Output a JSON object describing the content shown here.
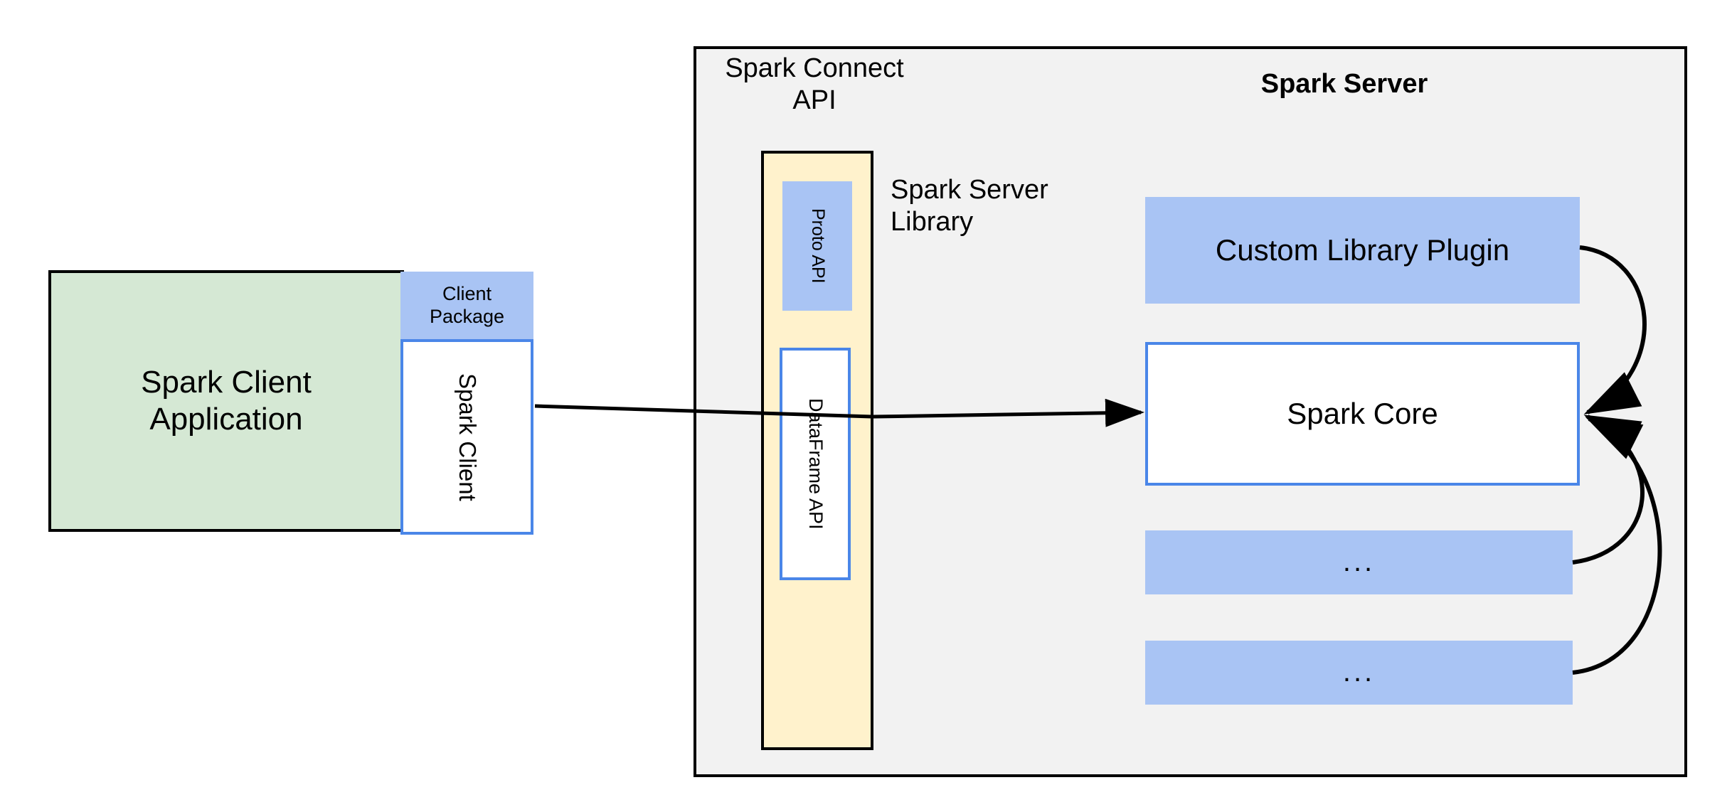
{
  "diagram": {
    "title": "Spark Connect architecture",
    "colors": {
      "client_app_fill": "#d5e8d4",
      "blue_fill": "#a9c4f4",
      "blue_stroke": "#4a86e8",
      "server_container_fill": "#f2f2f2",
      "connect_column_fill": "#fff2cc",
      "black_stroke": "#000000",
      "white_fill": "#ffffff"
    }
  },
  "client_side": {
    "application": {
      "label": "Spark Client\nApplication",
      "line1": "Spark Client",
      "line2": "Application"
    },
    "client_package": {
      "label": "Client Package",
      "line1": "Client",
      "line2": "Package"
    },
    "spark_client": {
      "label": "Spark Client"
    }
  },
  "server_side": {
    "container_title": "Spark Server",
    "connect_api_label": {
      "line1": "Spark Connect",
      "line2": "API"
    },
    "server_library_label": {
      "line1": "Spark Server",
      "line2": "Library"
    },
    "connect_column": {
      "proto_api": {
        "label": "Proto API"
      },
      "dataframe_api": {
        "label": "DataFrame API"
      }
    },
    "components": [
      {
        "label": "Custom Library Plugin"
      },
      {
        "label": "Spark Core"
      },
      {
        "label": "..."
      },
      {
        "label": "..."
      }
    ]
  },
  "connections": [
    {
      "from": "Spark Client",
      "to": "Spark Core",
      "style": "straight-arrow"
    },
    {
      "from": "Custom Library Plugin",
      "to": "Spark Core",
      "style": "curved-arrow"
    },
    {
      "from": "...",
      "to": "Spark Core",
      "style": "curved-arrow"
    },
    {
      "from": "...",
      "to": "Spark Core",
      "style": "curved-arrow"
    }
  ]
}
